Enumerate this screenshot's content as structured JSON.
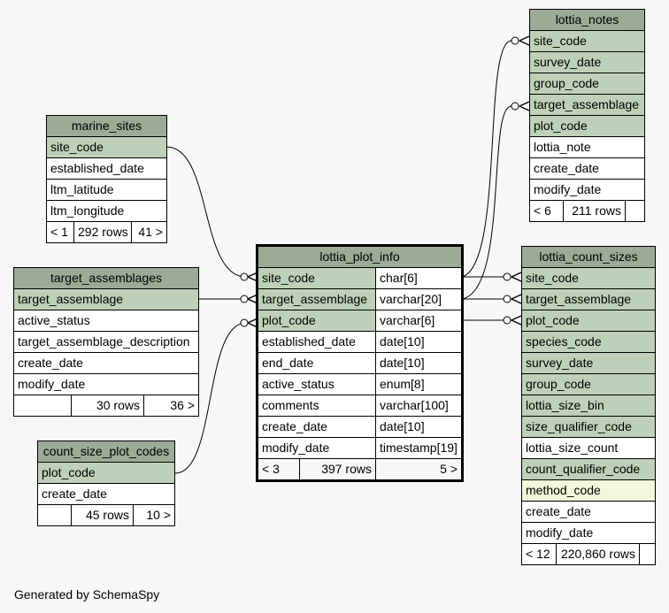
{
  "footer": "Generated by SchemaSpy",
  "marine_sites": {
    "name": "marine_sites",
    "columns": [
      "site_code",
      "established_date",
      "ltm_latitude",
      "ltm_longitude"
    ],
    "parents": "< 1",
    "rows": "292 rows",
    "children": "41 >"
  },
  "target_assemblages": {
    "name": "target_assemblages",
    "columns": [
      "target_assemblage",
      "active_status",
      "target_assemblage_description",
      "create_date",
      "modify_date"
    ],
    "parents": "",
    "rows": "30 rows",
    "children": "36 >"
  },
  "count_size_plot_codes": {
    "name": "count_size_plot_codes",
    "columns": [
      "plot_code",
      "create_date"
    ],
    "parents": "",
    "rows": "45 rows",
    "children": "10 >"
  },
  "lottia_plot_info": {
    "name": "lottia_plot_info",
    "columns": [
      "site_code",
      "target_assemblage",
      "plot_code",
      "established_date",
      "end_date",
      "active_status",
      "comments",
      "create_date",
      "modify_date"
    ],
    "types": [
      "char[6]",
      "varchar[20]",
      "varchar[6]",
      "date[10]",
      "date[10]",
      "enum[8]",
      "varchar[100]",
      "date[10]",
      "timestamp[19]"
    ],
    "parents": "< 3",
    "rows": "397 rows",
    "children": "5 >"
  },
  "lottia_notes": {
    "name": "lottia_notes",
    "columns": [
      "site_code",
      "survey_date",
      "group_code",
      "target_assemblage",
      "plot_code",
      "lottia_note",
      "create_date",
      "modify_date"
    ],
    "parents": "< 6",
    "rows": "211 rows",
    "children": ""
  },
  "lottia_count_sizes": {
    "name": "lottia_count_sizes",
    "columns": [
      "site_code",
      "target_assemblage",
      "plot_code",
      "species_code",
      "survey_date",
      "group_code",
      "lottia_size_bin",
      "size_qualifier_code",
      "lottia_size_count",
      "count_qualifier_code",
      "method_code",
      "create_date",
      "modify_date"
    ],
    "parents": "< 12",
    "rows": "220,860 rows",
    "children": ""
  }
}
